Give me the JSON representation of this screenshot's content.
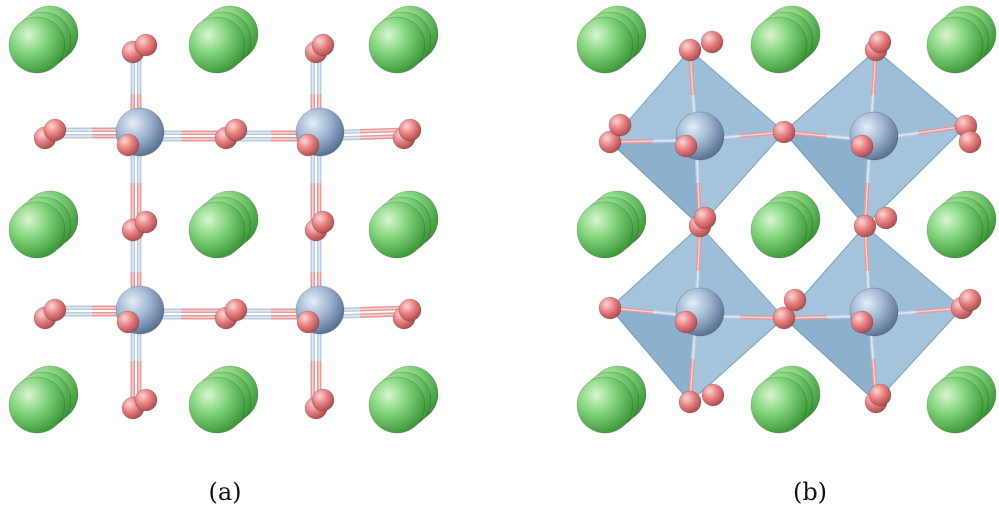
{
  "panels": [
    {
      "id": "a",
      "caption": "(a)",
      "shows_octahedra": false
    },
    {
      "id": "b",
      "caption": "(b)",
      "shows_octahedra": true
    }
  ],
  "colors": {
    "a_site_atom": "#7fd37a",
    "b_site_atom": "#9fb6d3",
    "oxygen_atom": "#e98282",
    "octahedron_face": "#5b93be",
    "bond_blue": "#b9cde2",
    "bond_red": "#e79a9a"
  }
}
